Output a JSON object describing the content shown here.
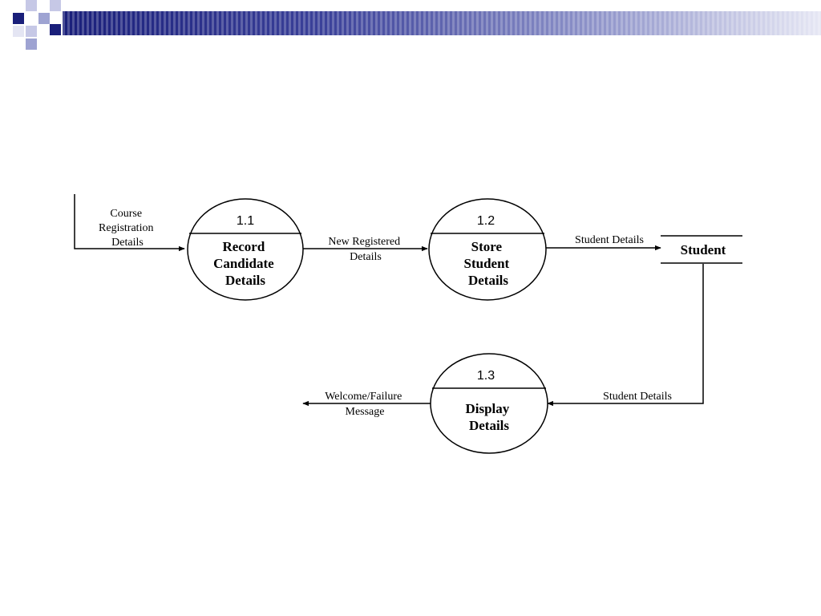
{
  "header": {
    "colors": {
      "dark": "#1a1f7a",
      "mid": "#5b62b8",
      "light": "#c6c8e6",
      "squares_light": "#9ea3d2"
    }
  },
  "diagram": {
    "line_color": "#000000",
    "processes": [
      {
        "id": "1.1",
        "name_lines": [
          "Record",
          "Candidate",
          "Details"
        ]
      },
      {
        "id": "1.2",
        "name_lines": [
          "Store",
          "Student",
          "Details"
        ]
      },
      {
        "id": "1.3",
        "name_lines": [
          "Display",
          "Details"
        ]
      }
    ],
    "store": {
      "name": "Student"
    },
    "flows": {
      "course_registration": [
        "Course",
        "Registration",
        "Details"
      ],
      "new_registered": [
        "New Registered",
        "Details"
      ],
      "student_details_to_store": [
        "Student Details"
      ],
      "student_details_from_store": [
        "Student Details"
      ],
      "welcome_failure": [
        "Welcome/Failure",
        "Message"
      ]
    }
  }
}
